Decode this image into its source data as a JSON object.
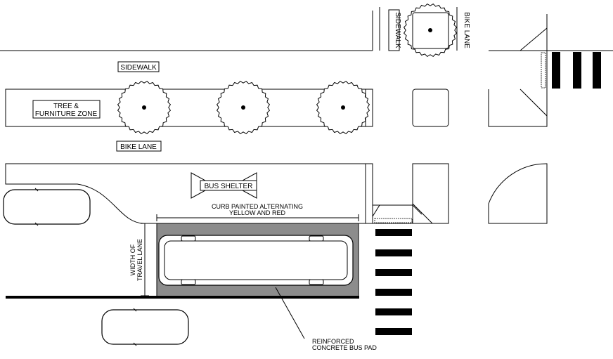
{
  "labels": {
    "sidewalk_top": "SIDEWALK",
    "tree_zone_line1": "TREE &",
    "tree_zone_line2": "FURNITURE ZONE",
    "bike_lane_left": "BIKE LANE",
    "sidewalk_vertical": "SIDEWALK",
    "bike_lane_vertical": "BIKE LANE",
    "bus_shelter": "BUS SHELTER",
    "curb_line1": "CURB PAINTED ALTERNATING",
    "curb_line2": "YELLOW AND RED",
    "width_line1": "WIDTH OF",
    "width_line2": "TRAVEL LANE",
    "bus_pad_line1": "REINFORCED",
    "bus_pad_line2": "CONCRETE BUS PAD"
  },
  "colors": {
    "bus_pad_fill": "#8c8c8c",
    "line": "#000000",
    "background": "#ffffff"
  }
}
